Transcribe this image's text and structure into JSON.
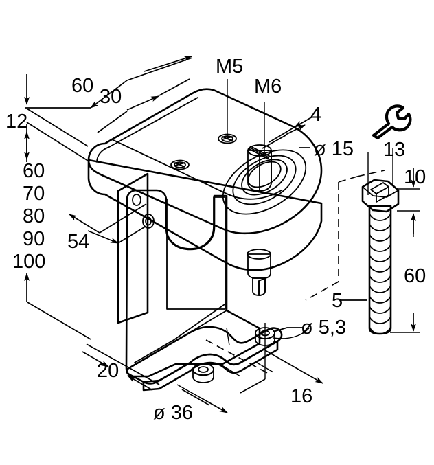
{
  "drawing": {
    "title": "Mounting bracket dimensional drawing",
    "background_color": "#ffffff",
    "line_color": "#000000",
    "colors": {
      "top_plate_top": "#6a6a6a",
      "top_plate_side": "#3f3f3f",
      "bracket_light": "#c9c9c9",
      "bracket_mid": "#b4b4b4",
      "bracket_dark": "#9a9a9a",
      "boss_light": "#d2d2d2",
      "screw_body": "#c4c4c4"
    }
  },
  "labels": {
    "left_stack": {
      "d12": "12",
      "d60": "60",
      "d70": "70",
      "d80": "80",
      "d90": "90",
      "d100": "100"
    },
    "top": {
      "d60": "60",
      "d30": "30",
      "m5": "M5",
      "m6": "M6",
      "d4": "4",
      "dia15": "ø 15"
    },
    "left_mid": {
      "d54": "54"
    },
    "bottom": {
      "d20": "20",
      "dia36": "ø 36",
      "dia53": "ø 5,3",
      "d16": "16"
    },
    "screw": {
      "wrench_size": "13",
      "head_height": "10",
      "thread_length": "60",
      "thread_dia": "5",
      "wrench_icon": "wrench-icon"
    }
  },
  "dimensions": {
    "units": "mm",
    "values": [
      {
        "name": "plate-thickness",
        "label": "12"
      },
      {
        "name": "offset-60",
        "label": "60"
      },
      {
        "name": "offset-30",
        "label": "30"
      },
      {
        "name": "height-60",
        "label": "60"
      },
      {
        "name": "height-70",
        "label": "70"
      },
      {
        "name": "height-80",
        "label": "80"
      },
      {
        "name": "height-90",
        "label": "90"
      },
      {
        "name": "height-100",
        "label": "100"
      },
      {
        "name": "width-54",
        "label": "54"
      },
      {
        "name": "boss-height-4",
        "label": "4"
      },
      {
        "name": "boss-diameter",
        "label": "ø 15"
      },
      {
        "name": "base-offset-20",
        "label": "20"
      },
      {
        "name": "base-diameter",
        "label": "ø 36"
      },
      {
        "name": "hole-diameter",
        "label": "ø 5,3"
      },
      {
        "name": "hole-spacing-16",
        "label": "16"
      },
      {
        "name": "screw-wrench",
        "label": "13"
      },
      {
        "name": "screw-head-10",
        "label": "10"
      },
      {
        "name": "screw-thread-60",
        "label": "60"
      },
      {
        "name": "screw-thread-5",
        "label": "5"
      },
      {
        "name": "thread-m5",
        "label": "M5"
      },
      {
        "name": "thread-m6",
        "label": "M6"
      }
    ]
  }
}
